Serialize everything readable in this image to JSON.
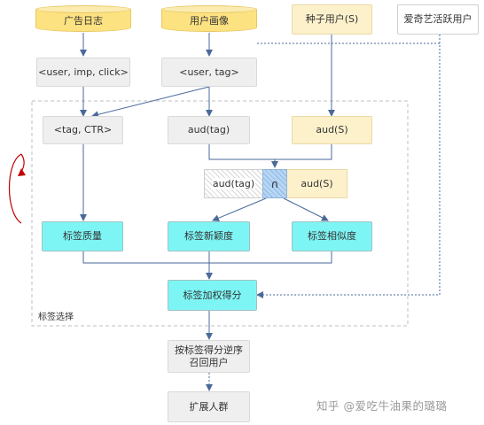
{
  "sources": {
    "ad_log": "广告日志",
    "user_profile": "用户画像",
    "seed_users": "种子用户(S)",
    "iqiyi_active_users": "爱奇艺活跃用户"
  },
  "tuples": {
    "user_imp_click": "<user, imp, click>",
    "user_tag": "<user, tag>",
    "tag_ctr": "<tag, CTR>"
  },
  "audiences": {
    "aud_tag": "aud(tag)",
    "aud_s": "aud(S)",
    "aud_tag_part": "aud(tag)",
    "intersection": "∩",
    "aud_s_part": "aud(S)"
  },
  "metrics": {
    "tag_quality": "标签质量",
    "tag_novelty": "标签新颖度",
    "tag_similarity": "标签相似度",
    "tag_weighted_score": "标签加权得分"
  },
  "steps": {
    "recall_by_score": "按标签得分逆序\n召回用户",
    "expand_crowd": "扩展人群"
  },
  "group_label": "标签选择",
  "watermark": "知乎 @爱吃牛油果的璐璐",
  "colors": {
    "source_cylinder": "#fde281",
    "process_box": "#efefef",
    "seed_box": "#fdf1cc",
    "metric_box": "#7ef5f5",
    "arrow": "#4a6a9b",
    "loop_arrow": "#c00000"
  }
}
